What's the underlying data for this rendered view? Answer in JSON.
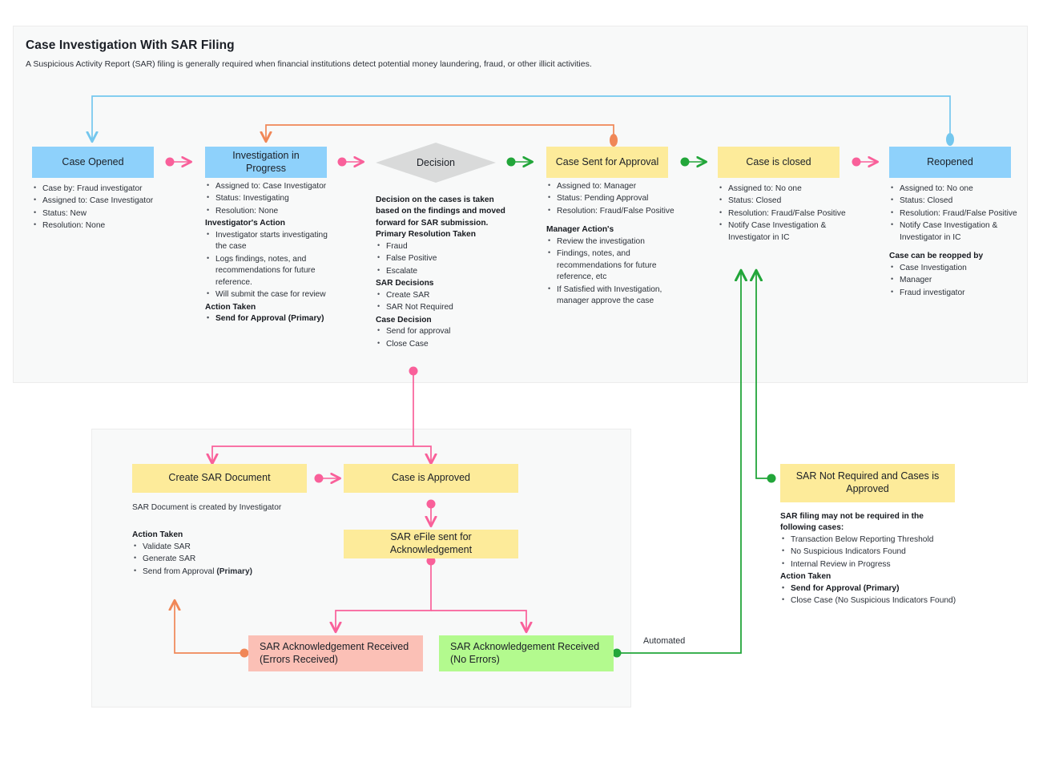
{
  "header": {
    "title": "Case Investigation With SAR Filing",
    "subtitle": "A Suspicious Activity Report (SAR) filing is generally required when financial institutions detect potential money laundering, fraud, or other illicit activities."
  },
  "colors": {
    "blue": "#8ed1fb",
    "yellow": "#fdeb9a",
    "red": "#fbc0b6",
    "green": "#b3fa8e",
    "diamond_gray": "#d9dada",
    "pink_connector": "#f9609a",
    "green_connector": "#22a63a",
    "orange_connector": "#f08757",
    "lightblue_connector": "#74c7ee",
    "panel_bg": "#f8f9f9"
  },
  "nodes": {
    "case_opened": {
      "label": "Case Opened"
    },
    "investigation_in_progress": {
      "label": "Investigation in Progress"
    },
    "decision": {
      "label": "Decision"
    },
    "case_sent_for_approval": {
      "label": "Case Sent for Approval"
    },
    "case_is_closed": {
      "label": "Case is closed"
    },
    "reopened": {
      "label": "Reopened"
    },
    "create_sar_document": {
      "label": "Create SAR Document"
    },
    "case_is_approved": {
      "label": "Case is Approved"
    },
    "sar_efile_sent": {
      "label": "SAR eFile sent for Acknowledgement"
    },
    "sar_ack_errors": {
      "label": "SAR Acknowledgement Received (Errors Received)"
    },
    "sar_ack_no_errors": {
      "label": "SAR Acknowledgement Received (No Errors)"
    },
    "sar_not_required": {
      "label": "SAR Not Required and Cases is Approved"
    }
  },
  "details": {
    "case_opened": {
      "bullets": [
        "Case by: Fraud investigator",
        "Assigned to: Case Investigator",
        "Status: New",
        "Resolution: None"
      ]
    },
    "investigation_in_progress": {
      "bullets": [
        "Assigned to: Case Investigator",
        "Status: Investigating",
        "Resolution: None"
      ],
      "section1_title": "Investigator's Action",
      "section1_bullets": [
        "Investigator starts investigating the case",
        "Logs findings, notes, and recommendations for future reference.",
        "Will submit the case for review"
      ],
      "section2_title": "Action Taken",
      "section2_bullets_bold": [
        "Send for Approval (Primary)"
      ]
    },
    "decision": {
      "intro": "Decision on the cases is taken based on the findings and moved forward for SAR submission.",
      "section1_title": "Primary Resolution Taken",
      "section1_bullets": [
        "Fraud",
        "False Positive",
        "Escalate"
      ],
      "section2_title": "SAR Decisions",
      "section2_bullets": [
        "Create SAR",
        "SAR Not Required"
      ],
      "section3_title": "Case Decision",
      "section3_bullets": [
        "Send for approval",
        "Close Case"
      ]
    },
    "case_sent_for_approval": {
      "bullets": [
        "Assigned to: Manager",
        "Status: Pending Approval",
        "Resolution: Fraud/False Positive"
      ],
      "section1_title": "Manager Action's",
      "section1_bullets": [
        "Review the investigation",
        "Findings, notes, and recommendations for future reference, etc",
        "If Satisfied with Investigation, manager approve the case"
      ]
    },
    "case_is_closed": {
      "bullets": [
        "Assigned to: No one",
        "Status: Closed",
        "Resolution: Fraud/False Positive",
        "Notify Case Investigation & Investigator in IC"
      ]
    },
    "reopened": {
      "bullets": [
        "Assigned to: No one",
        "Status: Closed",
        "Resolution: Fraud/False Positive",
        "Notify Case Investigation & Investigator in IC"
      ],
      "section1_title": "Case can be reopped by",
      "section1_bullets": [
        "Case Investigation",
        "Manager",
        "Fraud investigator"
      ]
    },
    "create_sar_document": {
      "intro": "SAR Document is created by Investigator",
      "section1_title": "Action Taken",
      "section1_bullets": [
        "Validate SAR",
        "Generate SAR"
      ],
      "last_bullet_plain": "Send from Approval ",
      "last_bullet_bold": "(Primary)"
    },
    "sar_not_required": {
      "section1_title": "SAR filing may not be required in the following cases:",
      "section1_bullets": [
        "Transaction Below Reporting Threshold",
        "No Suspicious Indicators Found",
        "Internal Review in Progress"
      ],
      "section2_title": "Action Taken",
      "section2_bullet_bold": "Send for Approval (Primary)",
      "section2_bullet_plain": "Close Case (No Suspicious Indicators Found)"
    }
  },
  "edge_labels": {
    "automated": "Automated"
  }
}
